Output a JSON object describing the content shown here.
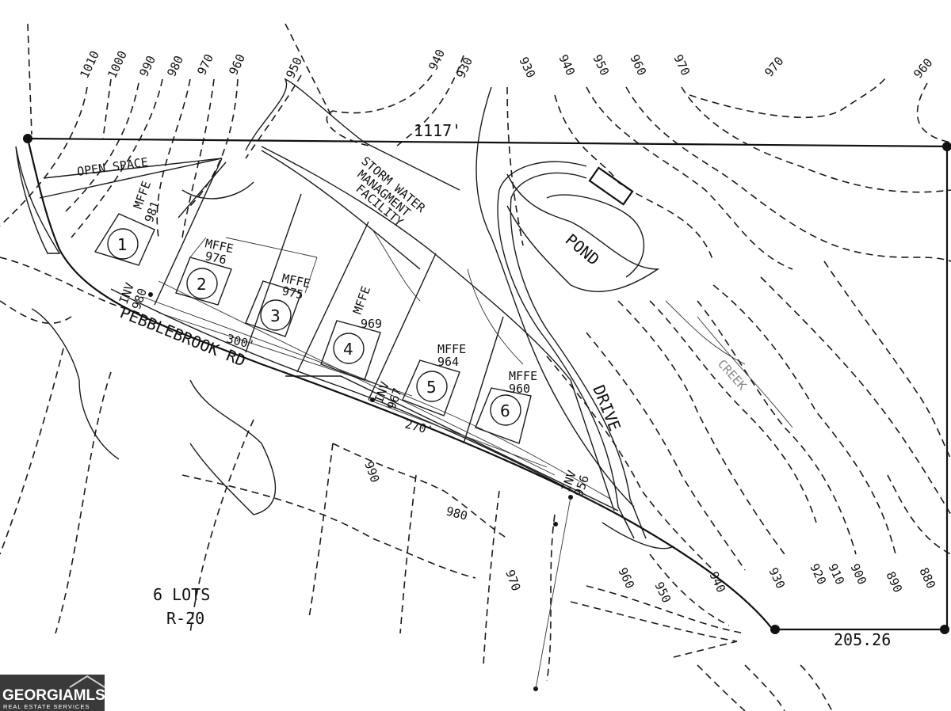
{
  "plat": {
    "road_name": "PEBBLEBROOK RD",
    "drive_name": "DRIVE",
    "pond_label": "POND",
    "creek_label": "CREEK",
    "open_space_label": "OPEN SPACE",
    "stormwater_label": [
      "STORM WATER",
      "MANAGMENT",
      "FACILITY"
    ],
    "summary": [
      "6 LOTS",
      "R-20"
    ],
    "dimensions": {
      "north_line": "1117'",
      "east_line": "205.26",
      "road_front_1": "300'",
      "road_front_2": "270'"
    },
    "lots": [
      {
        "number": "1",
        "mffe_label": "MFFE",
        "mffe": "981"
      },
      {
        "number": "2",
        "mffe_label": "MFFE",
        "mffe": "976"
      },
      {
        "number": "3",
        "mffe_label": "MFFE",
        "mffe": "975"
      },
      {
        "number": "4",
        "mffe_label": "MFFE",
        "mffe": "969"
      },
      {
        "number": "5",
        "mffe_label": "MFFE",
        "mffe": "964"
      },
      {
        "number": "6",
        "mffe_label": "MFFE",
        "mffe": "960"
      }
    ],
    "inverts": [
      {
        "label": "INV",
        "value": "980"
      },
      {
        "label": "INV",
        "value": "967"
      },
      {
        "label": "INV",
        "value": "956"
      }
    ],
    "contours": [
      "1010",
      "1000",
      "990",
      "980",
      "970",
      "960",
      "950",
      "940",
      "930",
      "930",
      "940",
      "950",
      "960",
      "970",
      "970",
      "960",
      "990",
      "980",
      "970",
      "960",
      "950",
      "940",
      "930",
      "920",
      "910",
      "900",
      "890",
      "880"
    ]
  },
  "watermark": {
    "brand": "GEORGIAMLS",
    "tagline": "REAL ESTATE SERVICES"
  }
}
